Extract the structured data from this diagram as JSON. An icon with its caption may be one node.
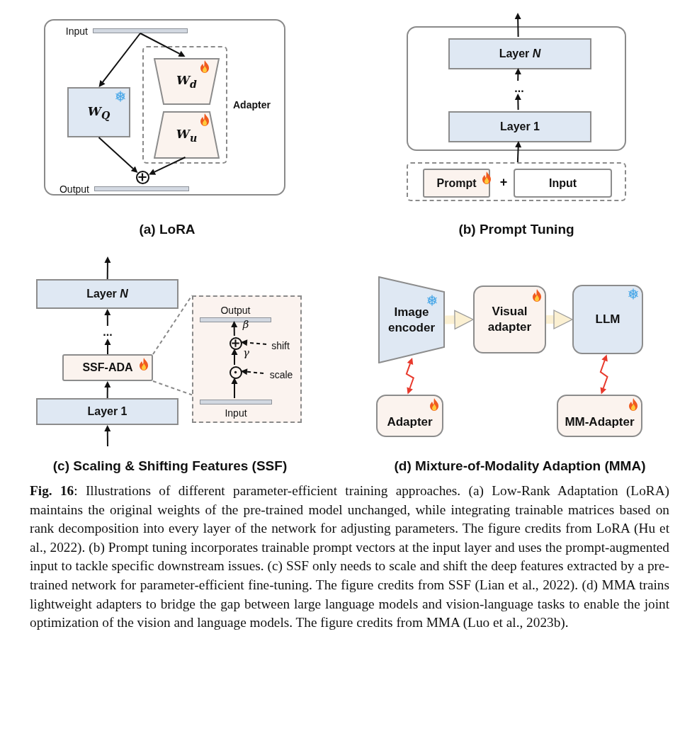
{
  "diagram": {
    "caption": "**Fig. 16**: Illustrations of different parameter-efficient training approaches. (a) Low-Rank Adaptation (LoRA) maintains the original weights of the pre-trained model unchanged, while integrating trainable matrices based on rank decomposition into every layer of the network for adjusting parameters. The figure credits from LoRA (Hu et al., 2022). (b) Prompt tuning incorporates trainable prompt vectors at the input layer and uses the prompt-augmented input to tackle specific downstream issues. (c) SSF only needs to scale and shift the deep features extracted by a pre-trained network for parameter-efficient fine-tuning. The figure credits from SSF (Lian et al., 2022). (d) MMA trains lightweight adapters to bridge the gap between large language models and vision-language tasks to enable the joint optimization of the vision and language models. The figure credits from MMA (Luo et al., 2023b).",
    "nodes": [
      {
        "text": [
          "Input"
        ]
      },
      {
        "text": [
          "Adapter"
        ]
      },
      {
        "text": [
          "W$_{d}$"
        ],
        "in": 1
      },
      {
        "text": [
          "W$_{u}$"
        ],
        "in": 1
      },
      {
        "text": [
          "W$_{Q}$"
        ]
      },
      {
        "text": [],
        "shape": "circle"
      },
      {
        "text": [
          "Output"
        ]
      },
      {
        "text": [],
        "shape": "box"
      },
      {
        "text": [
          "Layer *N*"
        ],
        "in": 7
      },
      {
        "text": [
          "..."
        ],
        "in": 7
      },
      {
        "text": [
          "Layer 1"
        ],
        "in": 7
      },
      {
        "text": [],
        "shape": "box"
      },
      {
        "text": [
          "Prompt"
        ],
        "in": 11
      },
      {
        "text": [
          "Input"
        ],
        "in": 11
      },
      {
        "text": [
          "Layer *N*"
        ]
      },
      {
        "text": [
          "..."
        ]
      },
      {
        "text": [
          "SSF-ADA"
        ]
      },
      {
        "text": [
          "Layer 1"
        ]
      },
      {
        "text": [],
        "shape": "box"
      },
      {
        "text": [
          "Output"
        ],
        "in": 18
      },
      {
        "text": [],
        "shape": "circle",
        "in": 18
      },
      {
        "text": [],
        "shape": "circle",
        "in": 18
      },
      {
        "text": [
          "Input"
        ],
        "in": 18
      },
      {
        "text": [
          "shift"
        ],
        "in": 18
      },
      {
        "text": [
          "scale"
        ],
        "in": 18
      },
      {
        "text": [
          "Image encoder"
        ]
      },
      {
        "text": [
          "Visual adapter"
        ]
      },
      {
        "text": [
          "LLM"
        ]
      },
      {
        "text": [
          "Adapter"
        ]
      },
      {
        "text": [
          "MM-Adapter"
        ]
      }
    ],
    "edges": [
      {
        "from": 0,
        "to": 4,
        "arrow": "to"
      },
      {
        "from": 0,
        "to": 2,
        "arrow": "to"
      },
      {
        "from": 4,
        "to": 5,
        "arrow": "to"
      },
      {
        "from": 3,
        "to": 5,
        "arrow": "to"
      },
      {
        "from": 8,
        "to": null,
        "arrow": "to"
      },
      {
        "from": 9,
        "to": 8,
        "arrow": "to"
      },
      {
        "from": 10,
        "to": 9,
        "arrow": "to"
      },
      {
        "from": 11,
        "to": 10,
        "arrow": "to"
      },
      {
        "from": null,
        "to": 17,
        "arrow": "to"
      },
      {
        "from": 17,
        "to": 16,
        "arrow": "to"
      },
      {
        "from": 16,
        "to": 15,
        "arrow": "to"
      },
      {
        "from": 15,
        "to": 14,
        "arrow": "to"
      },
      {
        "from": 14,
        "to": null,
        "arrow": "to"
      },
      {
        "from": 22,
        "to": 21,
        "arrow": "to"
      },
      {
        "from": 21,
        "to": 20,
        "arrow": "to",
        "label": "γ"
      },
      {
        "from": 20,
        "to": 19,
        "arrow": "to",
        "label": "β"
      },
      {
        "from": 23,
        "to": 20,
        "arrow": "to",
        "style": "dashed"
      },
      {
        "from": 24,
        "to": 21,
        "arrow": "to",
        "style": "dashed"
      },
      {
        "from": 16,
        "to": 18,
        "arrow": "none",
        "style": "dashed",
        "color": "#888888"
      },
      {
        "from": 16,
        "to": 18,
        "arrow": "none",
        "style": "dashed",
        "color": "#888888"
      },
      {
        "from": 25,
        "to": 26,
        "arrow": "to",
        "style": "thick",
        "color": "#fbf0d2"
      },
      {
        "from": 26,
        "to": 27,
        "arrow": "to",
        "style": "thick",
        "color": "#fbf0d2"
      },
      {
        "from": 28,
        "to": 25,
        "arrow": "both",
        "color": "#e8392c"
      },
      {
        "from": 29,
        "to": 27,
        "arrow": "both",
        "color": "#e8392c"
      }
    ],
    "labels": [
      "+",
      "(a) LoRA",
      "(b) Prompt Tuning",
      "(c) Scaling & Shifting Features (SSF)",
      "(d) Mixture-of-Modality Adaption (MMA)"
    ]
  }
}
